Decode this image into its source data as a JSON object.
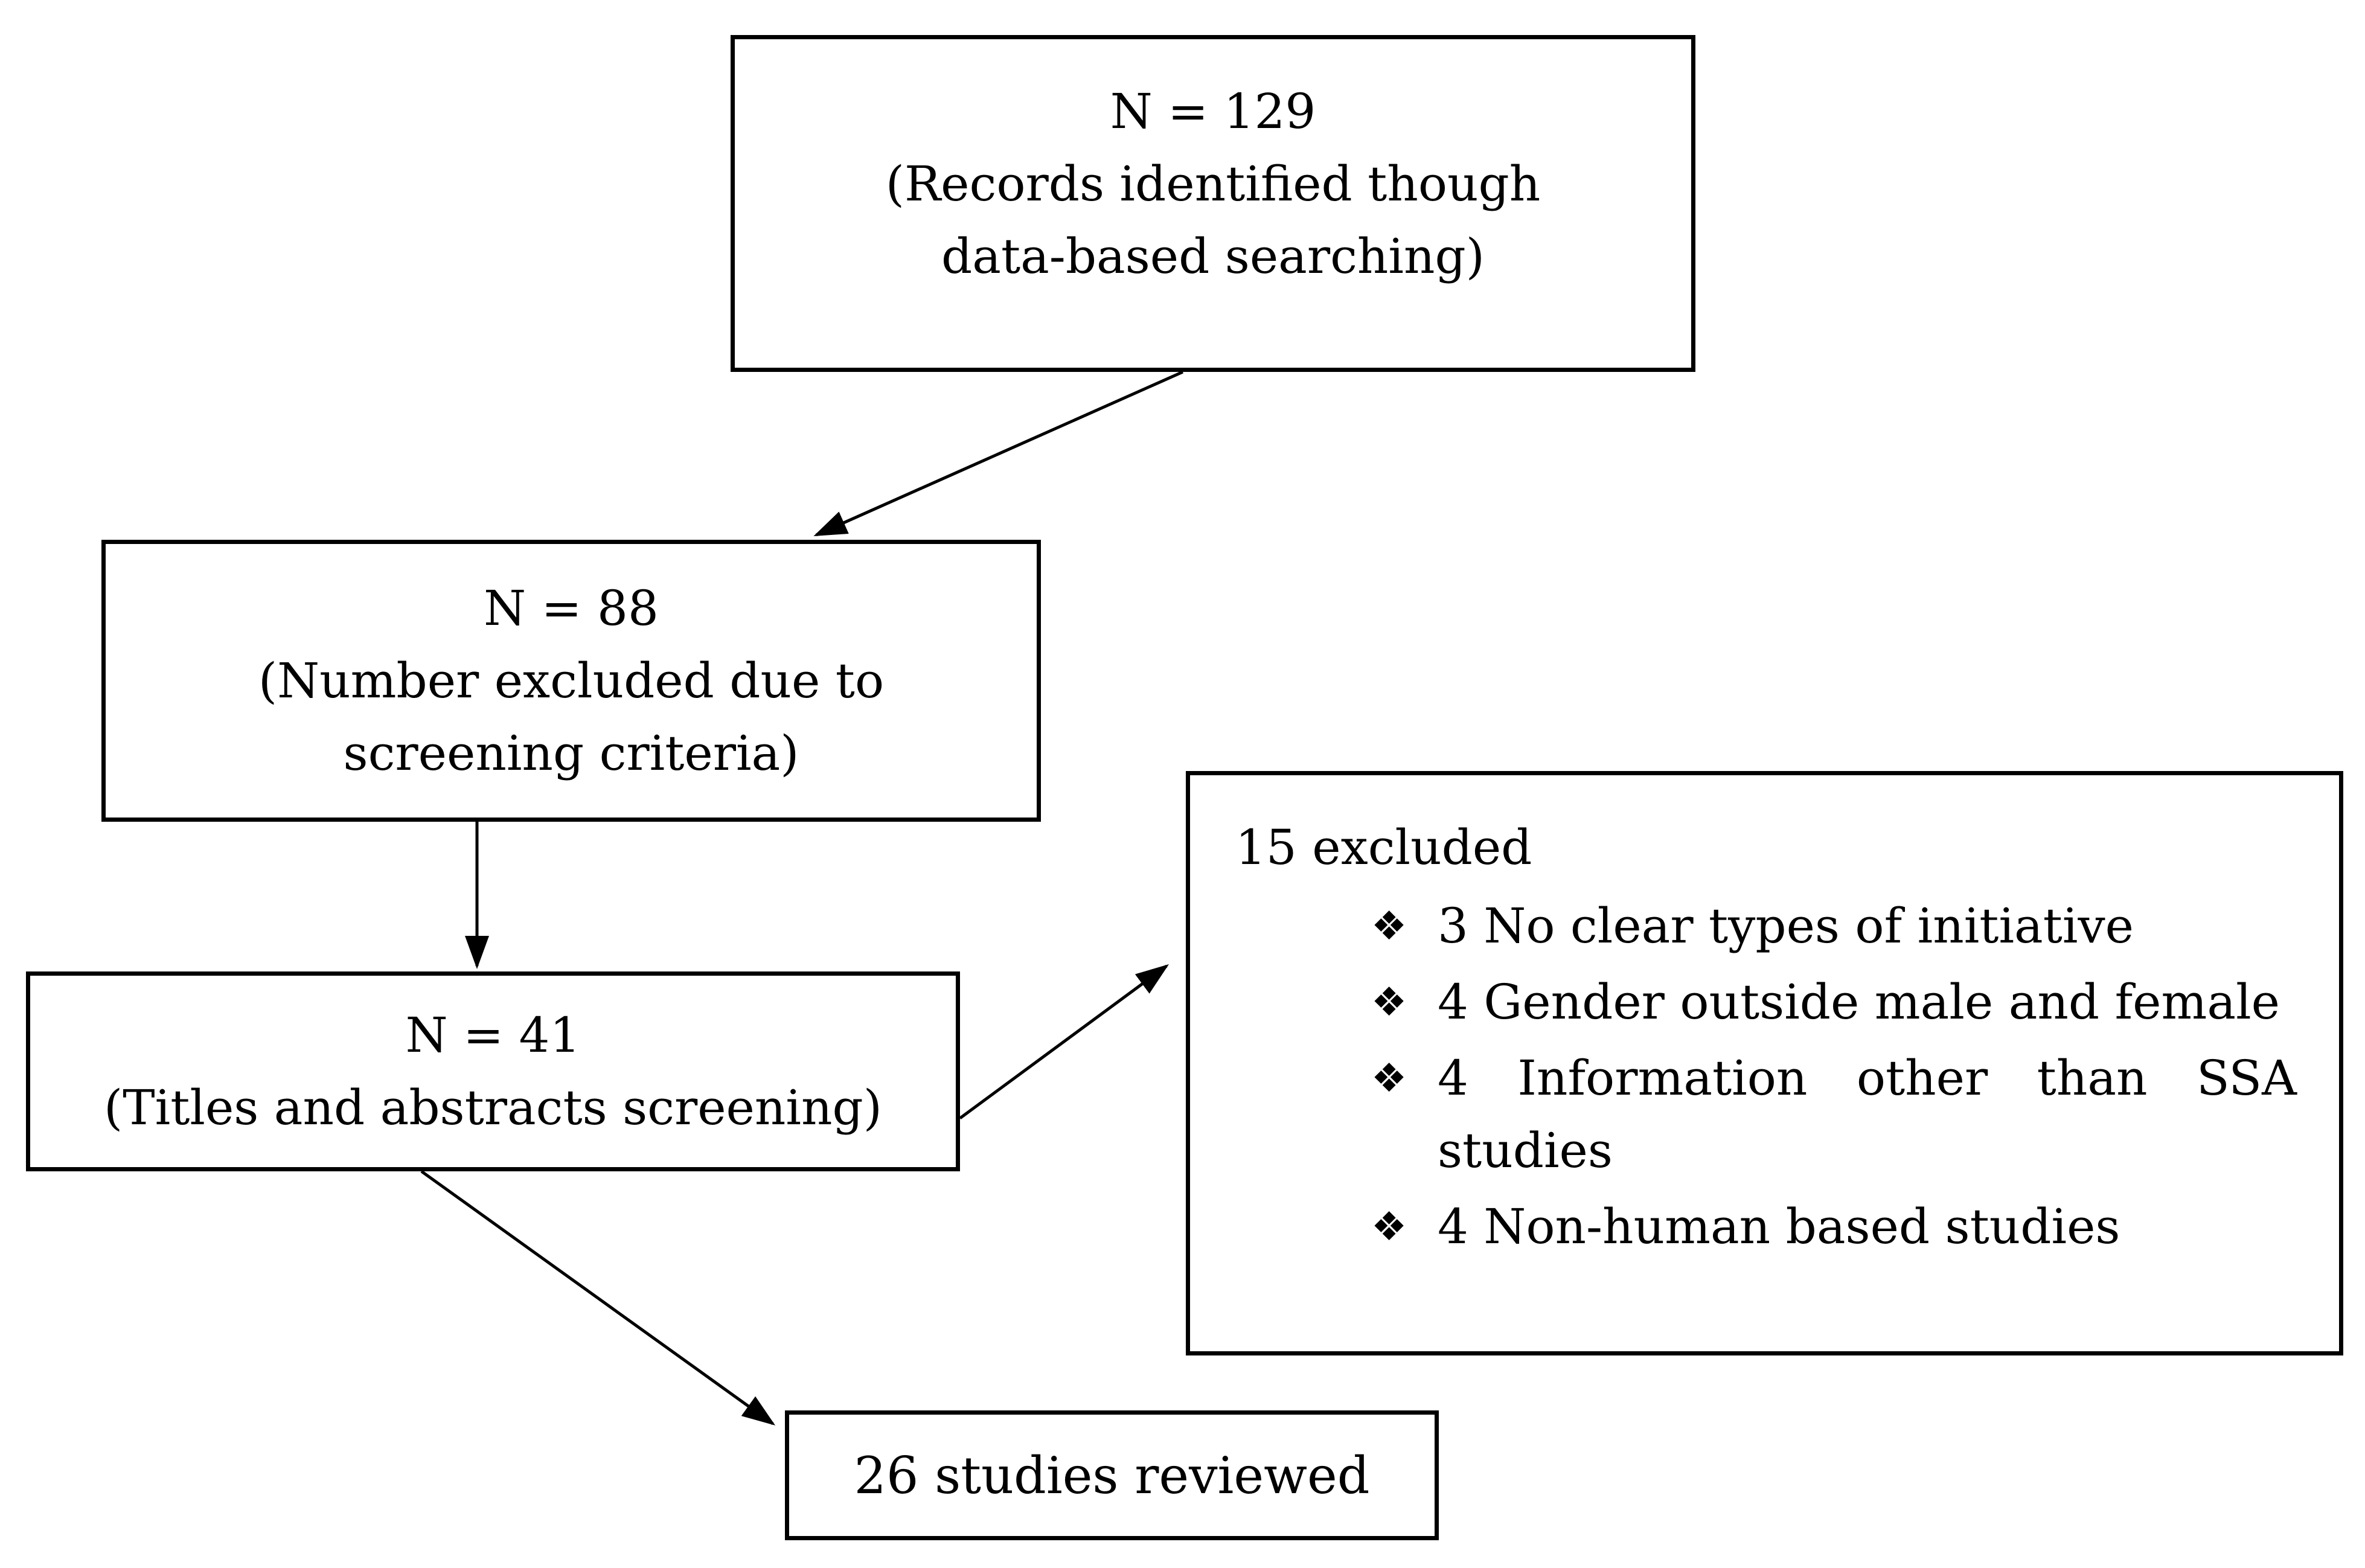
{
  "diagram": {
    "boxes": {
      "identification": {
        "lines": [
          "N = 129",
          "(Records identified though",
          "data-based searching)"
        ]
      },
      "screening_excluded": {
        "lines": [
          "N = 88",
          "(Number excluded due to",
          "screening criteria)"
        ]
      },
      "title_abstract": {
        "lines": [
          "N = 41",
          "(Titles and abstracts screening)"
        ]
      },
      "exclusions": {
        "header": "15 excluded",
        "bullet_glyph": "❖",
        "items": [
          {
            "text": "3 No clear types of initiative"
          },
          {
            "text": "4 Gender outside male and female"
          },
          {
            "text": "4 Information other than SSA studies",
            "words": [
              "4",
              "Information",
              "other",
              "than",
              "SSA"
            ],
            "continuation": "studies"
          },
          {
            "text": "4 Non-human based studies"
          }
        ]
      },
      "reviewed": {
        "lines": [
          "26 studies reviewed"
        ]
      }
    }
  }
}
